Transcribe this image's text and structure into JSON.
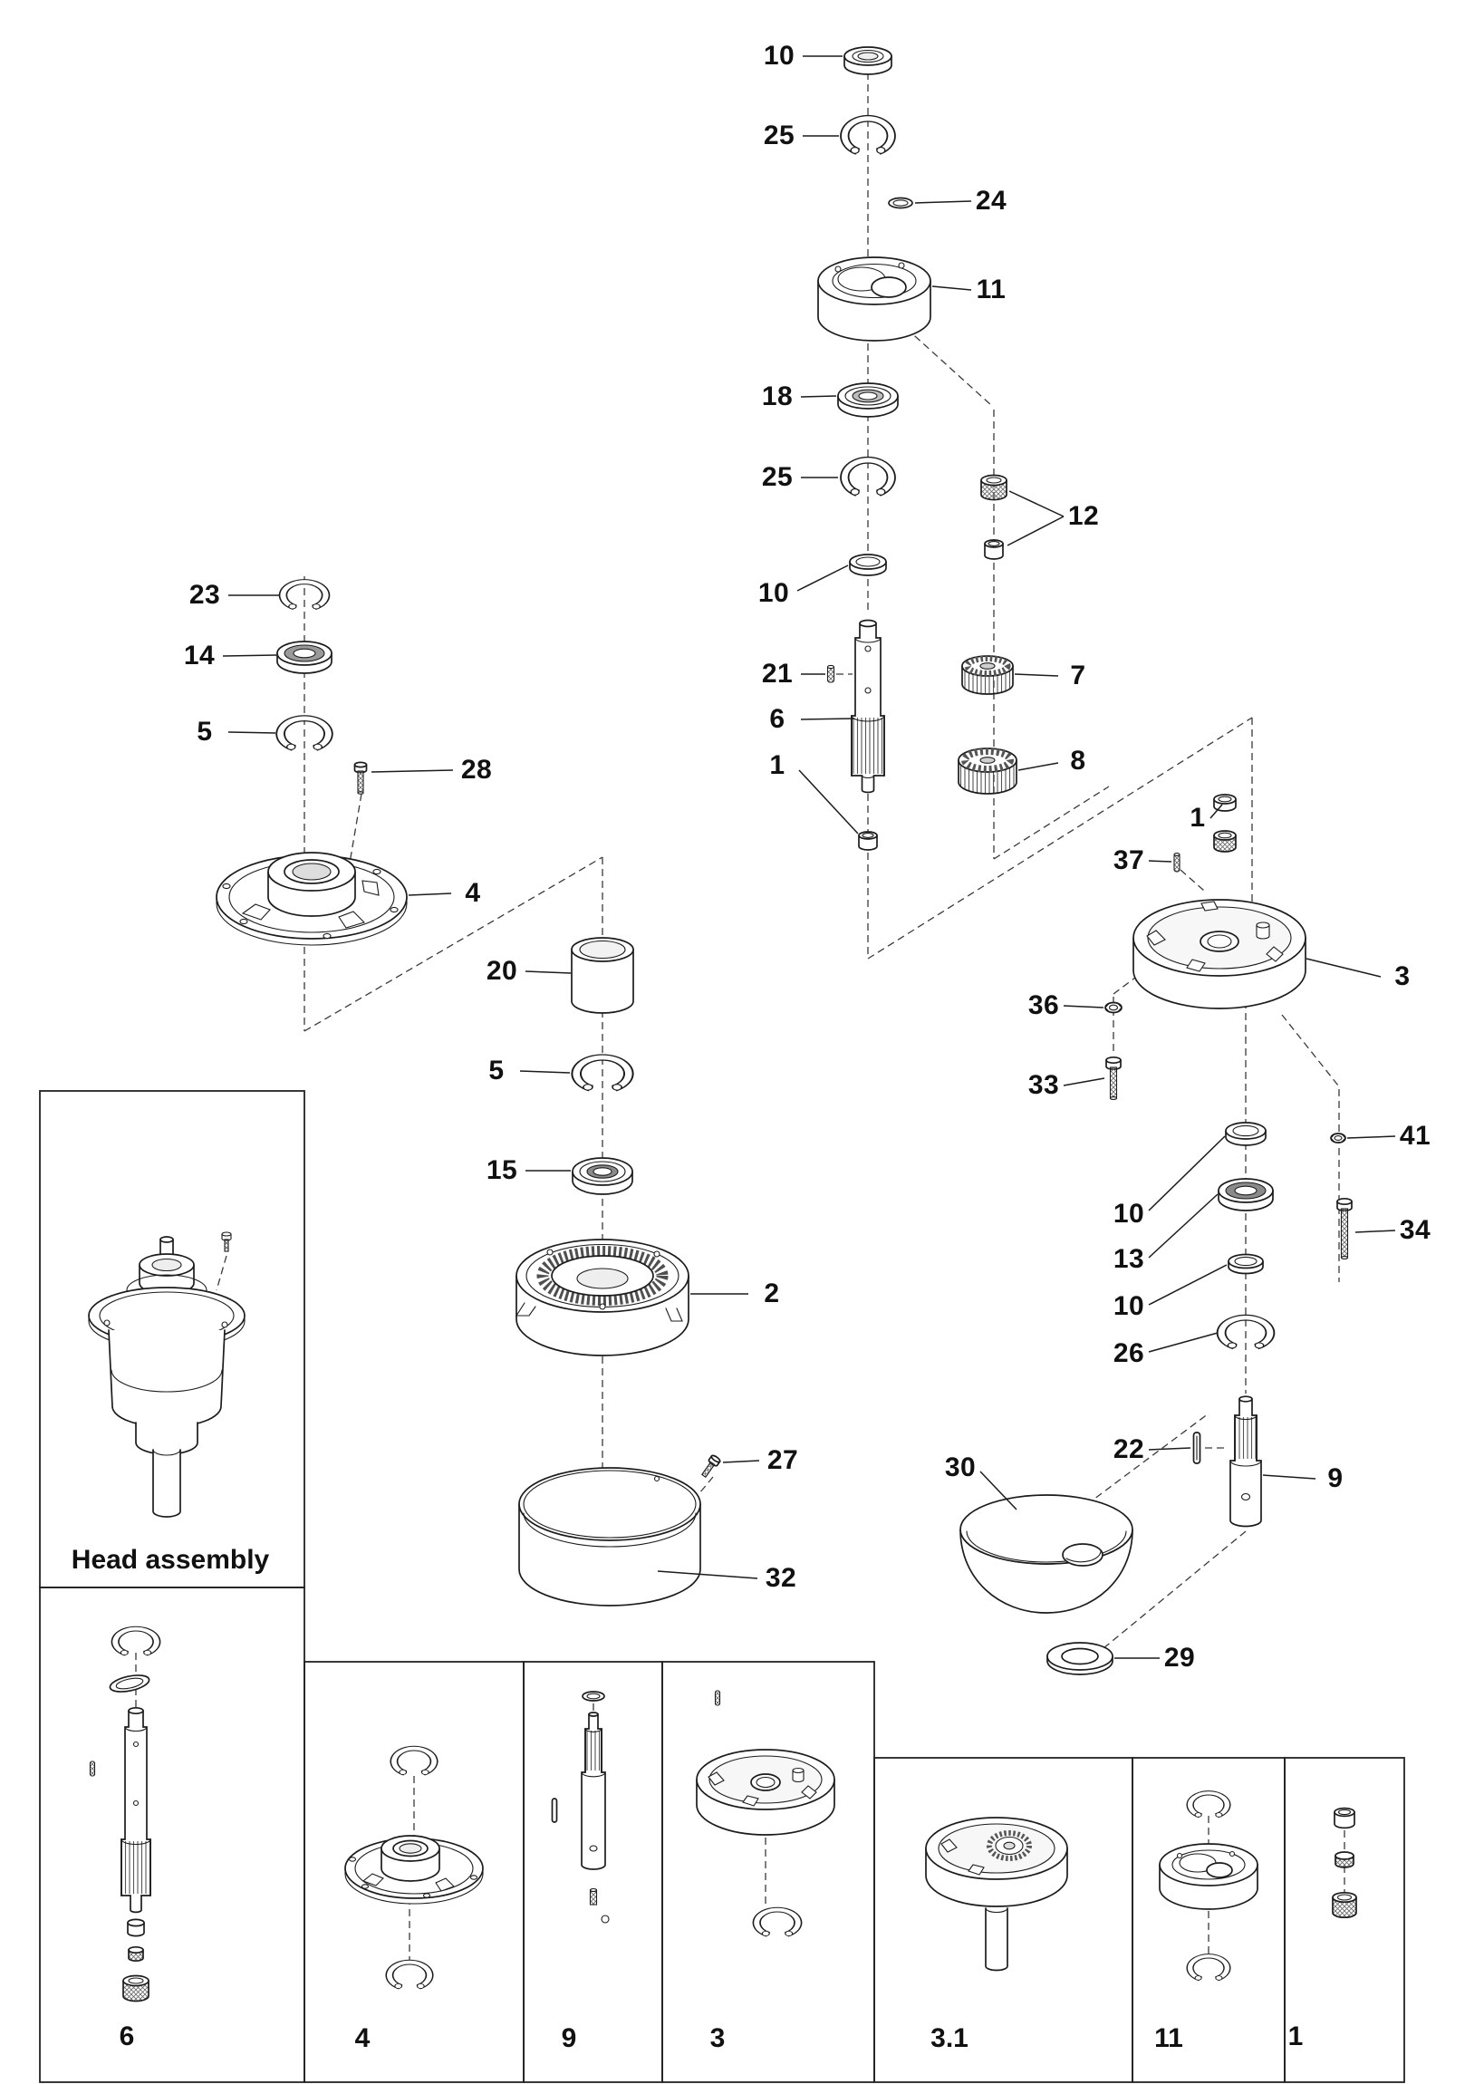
{
  "diagram": {
    "type": "exploded-parts-view",
    "background_color": "#ffffff",
    "line_color": "#1c1c1c",
    "callouts": [
      {
        "part": "10"
      },
      {
        "part": "25"
      },
      {
        "part": "24"
      },
      {
        "part": "11"
      },
      {
        "part": "18"
      },
      {
        "part": "25"
      },
      {
        "part": "12"
      },
      {
        "part": "10"
      },
      {
        "part": "21"
      },
      {
        "part": "6"
      },
      {
        "part": "7"
      },
      {
        "part": "1"
      },
      {
        "part": "8"
      },
      {
        "part": "23"
      },
      {
        "part": "14"
      },
      {
        "part": "5"
      },
      {
        "part": "28"
      },
      {
        "part": "4"
      },
      {
        "part": "20"
      },
      {
        "part": "5"
      },
      {
        "part": "15"
      },
      {
        "part": "2"
      },
      {
        "part": "27"
      },
      {
        "part": "32"
      },
      {
        "part": "1"
      },
      {
        "part": "37"
      },
      {
        "part": "3"
      },
      {
        "part": "36"
      },
      {
        "part": "33"
      },
      {
        "part": "41"
      },
      {
        "part": "10"
      },
      {
        "part": "13"
      },
      {
        "part": "34"
      },
      {
        "part": "10"
      },
      {
        "part": "26"
      },
      {
        "part": "22"
      },
      {
        "part": "9"
      },
      {
        "part": "30"
      },
      {
        "part": "29"
      }
    ],
    "insets": [
      {
        "label": "Head assembly"
      },
      {
        "label": "6"
      },
      {
        "label": "4"
      },
      {
        "label": "9"
      },
      {
        "label": "3"
      },
      {
        "label": "3.1"
      },
      {
        "label": "11"
      },
      {
        "label": "1"
      }
    ]
  }
}
